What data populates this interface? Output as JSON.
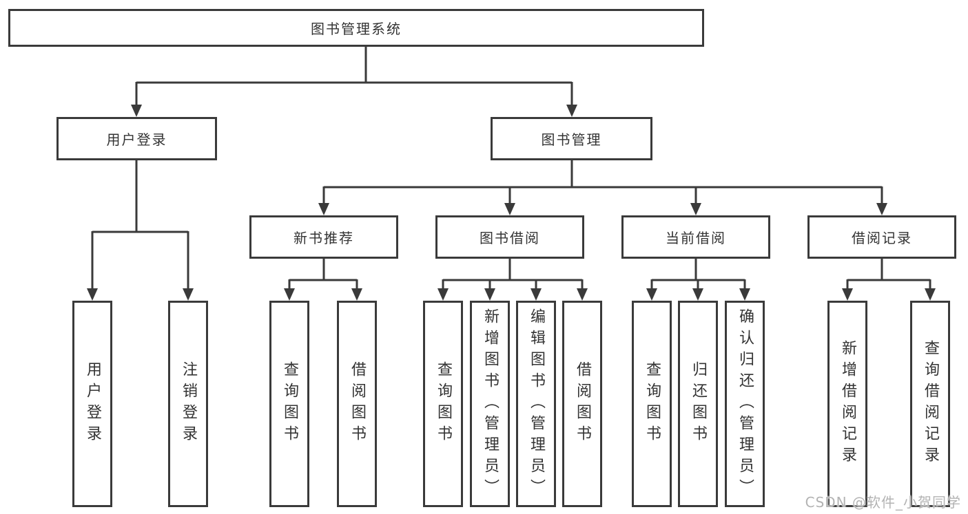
{
  "colors": {
    "line": "#3a3a3a",
    "box_border": "#3a3a3a",
    "box_background": "#ffffff",
    "text": "#333333",
    "page_background": "#ffffff",
    "watermark": "#b3b3b3"
  },
  "nodes": {
    "root": {
      "label": "图书管理系统"
    },
    "user_login": {
      "label": "用户登录"
    },
    "book_management": {
      "label": "图书管理"
    },
    "new_book_recommend": {
      "label": "新书推荐"
    },
    "book_borrow": {
      "label": "图书借阅"
    },
    "current_borrow": {
      "label": "当前借阅"
    },
    "borrow_records": {
      "label": "借阅记录"
    },
    "leaf_user_login": {
      "label": "用户登录"
    },
    "leaf_logout": {
      "label": "注销登录"
    },
    "leaf_query_books_recommend": {
      "label": "查询图书"
    },
    "leaf_borrow_books_recommend": {
      "label": "借阅图书"
    },
    "leaf_query_books_borrow": {
      "label": "查询图书"
    },
    "leaf_add_books": {
      "label": "新增图书（管理员）"
    },
    "leaf_edit_books": {
      "label": "编辑图书（管理员）"
    },
    "leaf_borrow_books_borrow": {
      "label": "借阅图书"
    },
    "leaf_query_books_current": {
      "label": "查询图书"
    },
    "leaf_return_books": {
      "label": "归还图书"
    },
    "leaf_confirm_return": {
      "label": "确认归还（管理员）"
    },
    "leaf_add_borrow_record": {
      "label": "新增借阅记录"
    },
    "leaf_query_borrow_record": {
      "label": "查询借阅记录"
    }
  },
  "watermark": {
    "text": "CSDN @软件_小贺同学"
  }
}
